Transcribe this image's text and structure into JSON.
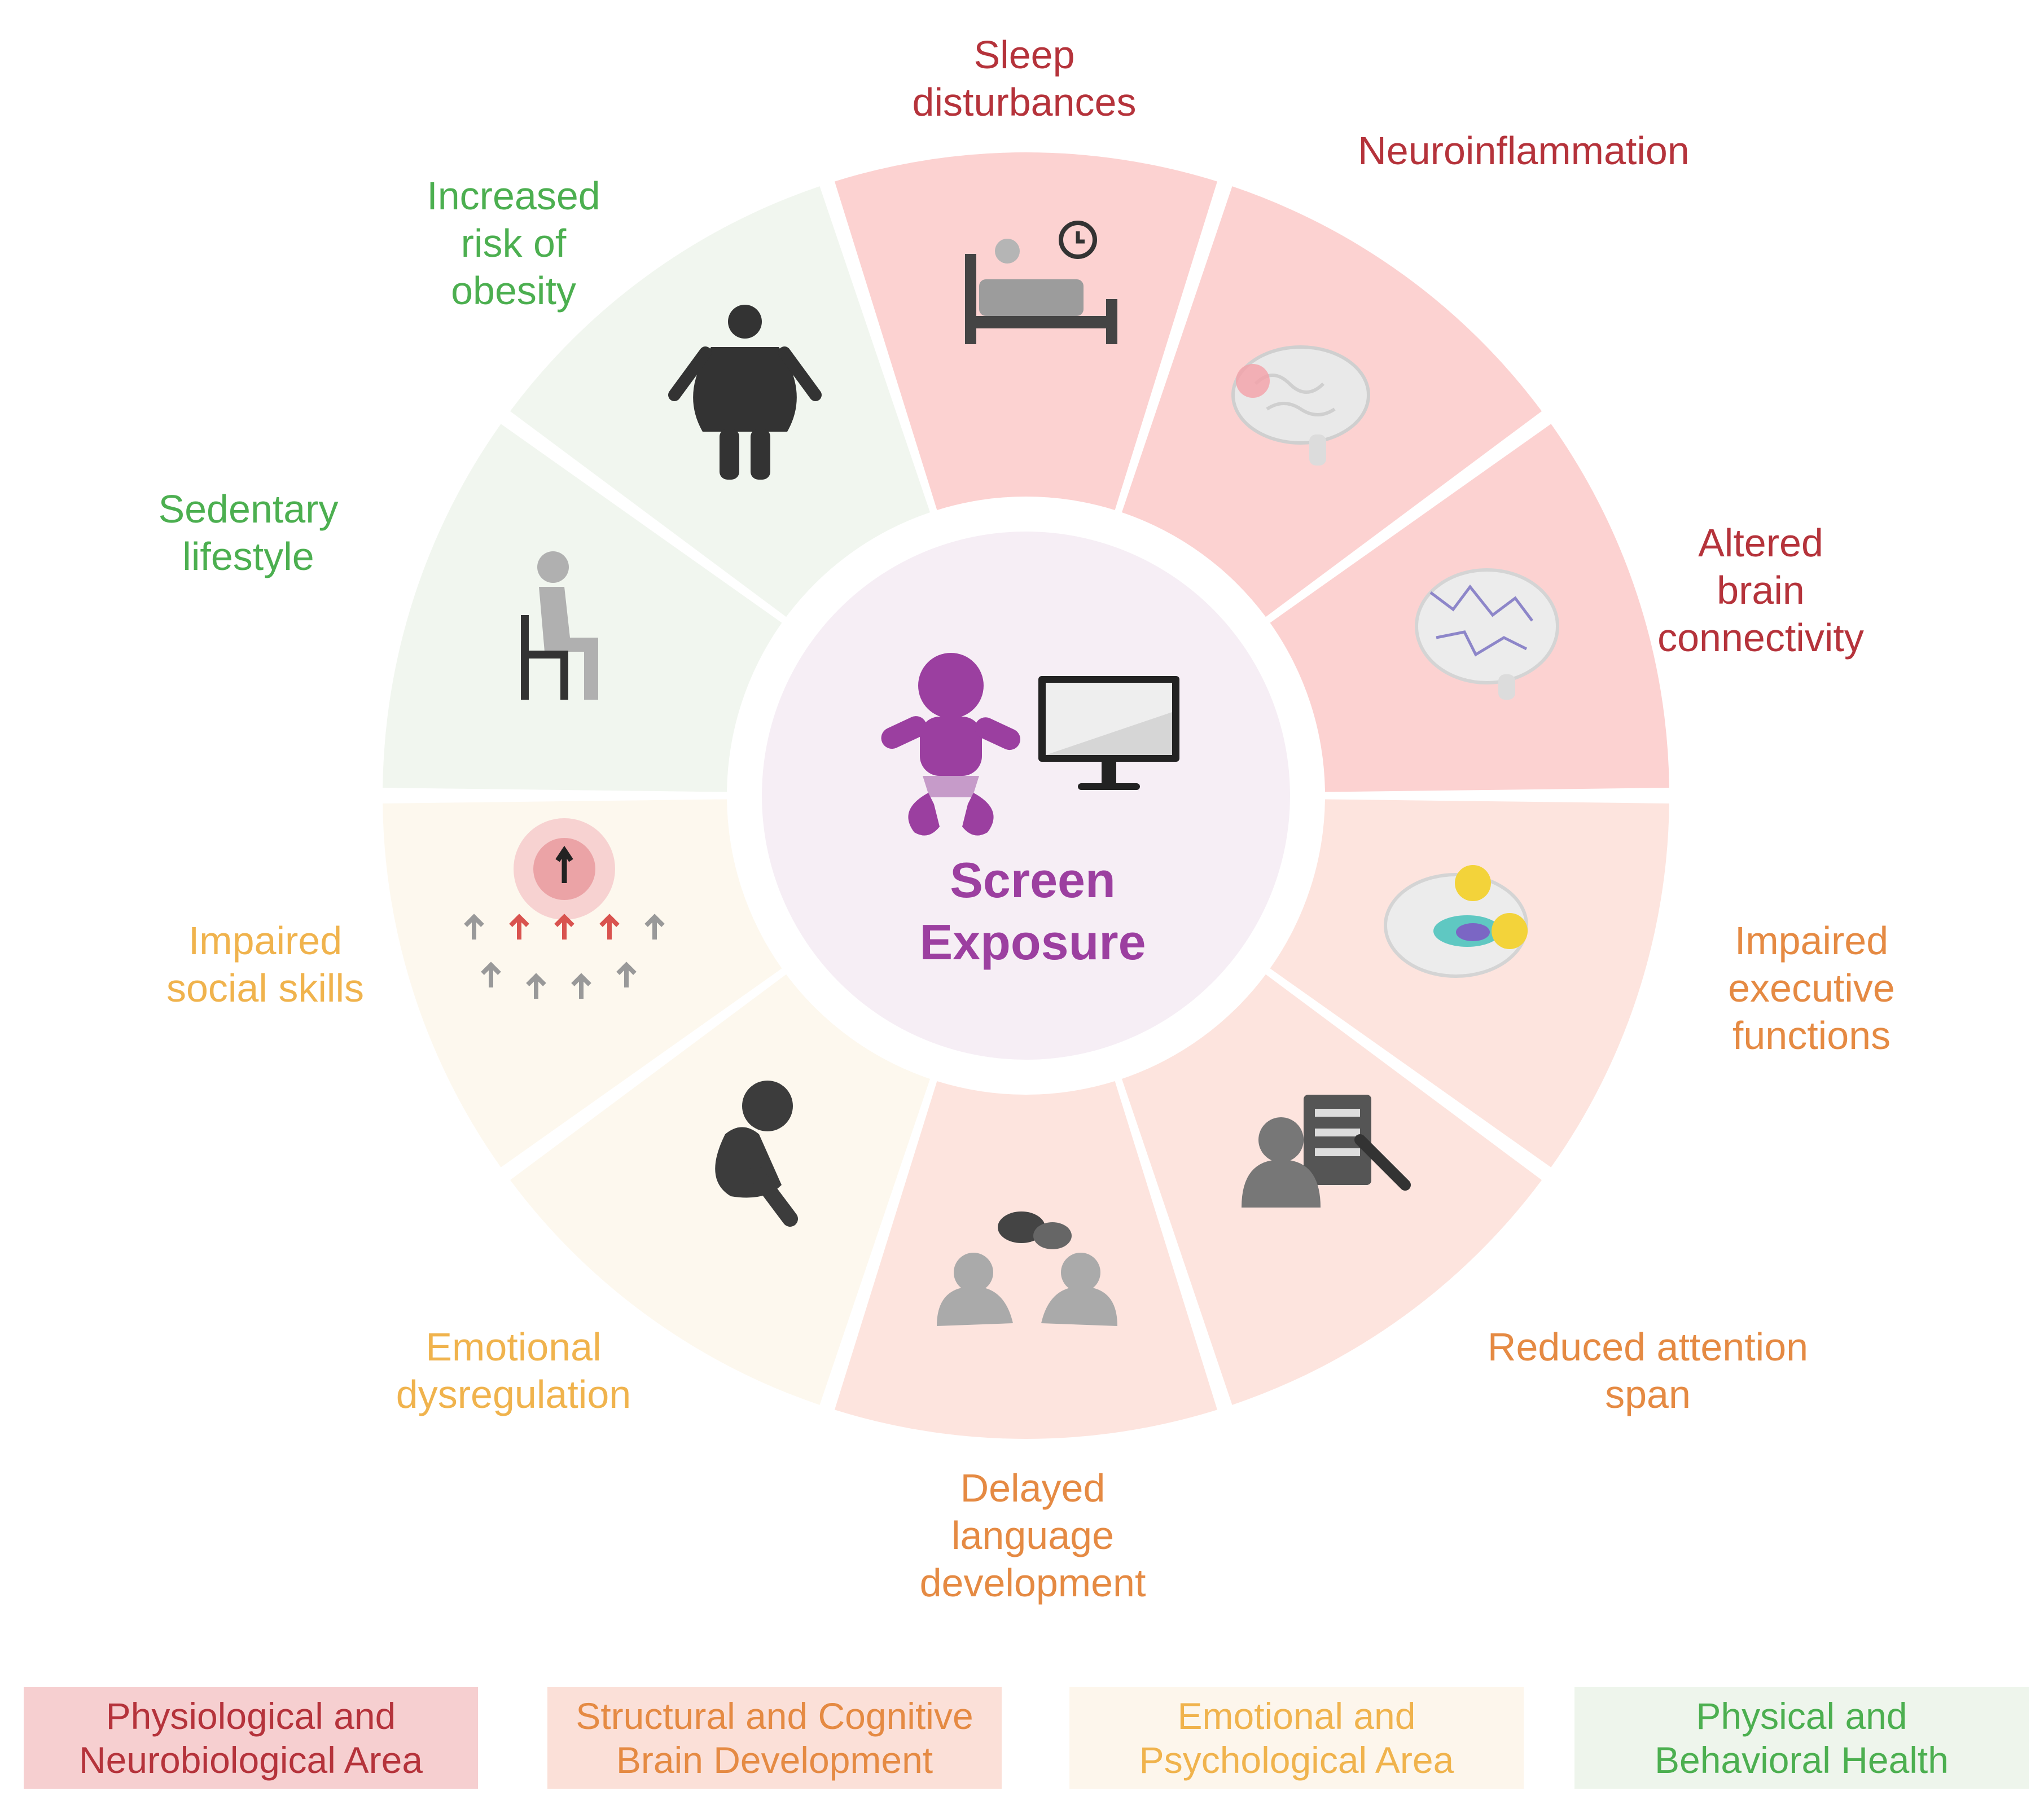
{
  "center": {
    "title_line1": "Screen",
    "title_line2": "Exposure"
  },
  "colors": {
    "physiological": "#b5333b",
    "structural": "#e58a43",
    "emotional": "#f0b34d",
    "physical": "#4caf50",
    "center_text": "#9c3fa0"
  },
  "segments": [
    {
      "label": "Sleep\ndisturbances",
      "category": "physiological",
      "icon": "bed-clock-icon"
    },
    {
      "label": "Neuroinflammation",
      "category": "physiological",
      "icon": "inflamed-brain-icon"
    },
    {
      "label": "Altered\nbrain\nconnectivity",
      "category": "physiological",
      "icon": "brain-network-icon"
    },
    {
      "label": "Impaired\nexecutive\nfunctions",
      "category": "structural",
      "icon": "brain-highlight-icon"
    },
    {
      "label": "Reduced attention\nspan",
      "category": "structural",
      "icon": "person-checklist-icon"
    },
    {
      "label": "Delayed\nlanguage\ndevelopment",
      "category": "structural",
      "icon": "conversation-icon"
    },
    {
      "label": "Emotional\ndysregulation",
      "category": "emotional",
      "icon": "sad-person-icon"
    },
    {
      "label": "Impaired\nsocial skills",
      "category": "emotional",
      "icon": "isolated-person-icon"
    },
    {
      "label": "Sedentary\nlifestyle",
      "category": "physical",
      "icon": "seated-person-icon"
    },
    {
      "label": "Increased\nrisk of\nobesity",
      "category": "physical",
      "icon": "obese-person-icon"
    }
  ],
  "legend": [
    {
      "label": "Physiological and\nNeurobiological Area",
      "category": "physiological"
    },
    {
      "label": "Structural and Cognitive\nBrain Development",
      "category": "structural"
    },
    {
      "label": "Emotional and\nPsychological Area",
      "category": "emotional"
    },
    {
      "label": "Physical and\nBehavioral Health",
      "category": "physical"
    }
  ]
}
